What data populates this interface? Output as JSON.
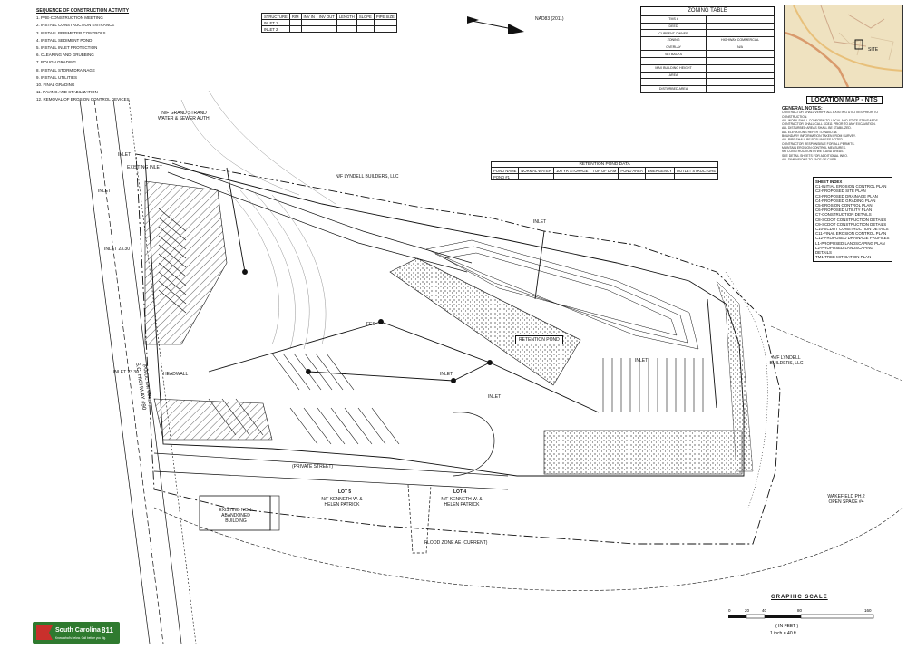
{
  "sequence": {
    "title": "SEQUENCE OF CONSTRUCTION ACTIVITY",
    "items": [
      "1. PRE-CONSTRUCTION MEETING",
      "2. INSTALL CONSTRUCTION ENTRANCE",
      "3. INSTALL PERIMETER CONTROLS",
      "4. INSTALL SEDIMENT POND",
      "5. INSTALL INLET PROTECTION",
      "6. CLEARING AND GRUBBING",
      "7. ROUGH GRADING",
      "8. INSTALL STORM DRAINAGE",
      "9. INSTALL UTILITIES",
      "10. FINAL GRADING",
      "11. PAVING AND STABILIZATION",
      "12. REMOVAL OF EROSION CONTROL DEVICES"
    ]
  },
  "top_table": {
    "rows": [
      [
        "STRUCTURE",
        "RIM",
        "INV IN",
        "INV OUT",
        "LENGTH",
        "SLOPE",
        "PIPE SIZE"
      ],
      [
        "INLET 1",
        "",
        "",
        "",
        "",
        "",
        ""
      ],
      [
        "INLET 2",
        "",
        "",
        "",
        "",
        "",
        ""
      ]
    ]
  },
  "north_label": "NAD83 (2011)",
  "zoning": {
    "title": "ZONING TABLE",
    "rows": [
      [
        "TMS #",
        ""
      ],
      [
        "DEED",
        ""
      ],
      [
        "CURRENT OWNER",
        ""
      ],
      [
        "ZONING",
        "HIGHWAY COMMERCIAL"
      ],
      [
        "OVERLAY",
        "N/A"
      ],
      [
        "SETBACKS",
        ""
      ],
      [
        "",
        ""
      ],
      [
        "MAX BUILDING HEIGHT",
        ""
      ],
      [
        "AREA",
        ""
      ],
      [
        "",
        ""
      ],
      [
        "DISTURBED AREA",
        ""
      ]
    ]
  },
  "location_map": {
    "title": "LOCATION MAP - NTS",
    "site_label": "SITE"
  },
  "general_notes": {
    "title": "GENERAL NOTES:",
    "lines": [
      "CONTRACTOR SHALL VERIFY ALL EXISTING UTILITIES PRIOR TO CONSTRUCTION.",
      "ALL WORK SHALL CONFORM TO LOCAL AND STATE STANDARDS.",
      "CONTRACTOR SHALL CALL SC811 PRIOR TO ANY EXCAVATION.",
      "ALL DISTURBED AREAS SHALL BE STABILIZED.",
      "ALL ELEVATIONS REFER TO NAVD 88.",
      "BOUNDARY INFORMATION TAKEN FROM SURVEY.",
      "ALL PIPE SHALL BE RCP UNLESS NOTED.",
      "CONTRACTOR RESPONSIBLE FOR ALL PERMITS.",
      "MAINTAIN EROSION CONTROL MEASURES.",
      "NO CONSTRUCTION IN WETLAND AREAS.",
      "SEE DETAIL SHEETS FOR ADDITIONAL INFO.",
      "ALL DIMENSIONS TO FACE OF CURB."
    ]
  },
  "sheet_index": {
    "title": "SHEET INDEX",
    "items": [
      "C1-INITIAL EROSION CONTROL PLAN",
      "C2-PROPOSED SITE PLAN",
      "C3-PROPOSED DRAINAGE PLAN",
      "C4-PROPOSED GRADING PLAN",
      "C5-EROSION CONTROL PLAN",
      "C6-PROPOSED UTILITY PLAN",
      "C7-CONSTRUCTION DETAILS",
      "C8-SCDOT CONSTRUCTION DETAILS",
      "C9-SCDOT CONSTRUCTION DETAILS",
      "C10-SCDOT CONSTRUCTION DETAILS",
      "C11-FINAL EROSION CONTROL PLAN",
      "C12-PROPOSED DRAINAGE PROFILES",
      "L1-PROPOSED LANDSCAPING PLAN",
      "L2-PROPOSED LANDSCAPING DETAILS",
      "TM1-TREE MITIGATION PLAN"
    ]
  },
  "pond_table": {
    "title": "RETENTION POND DATA",
    "rows": [
      [
        "POND NAME",
        "NORMAL WATER",
        "100 YR STORAGE",
        "TOP OF DAM",
        "POND AREA",
        "EMERGENCY",
        "OUTLET STRUCTURE"
      ],
      [
        "POND #1",
        "",
        "",
        "",
        "",
        "",
        ""
      ]
    ]
  },
  "plan_labels": {
    "highway": "S.C. HIGHWAY #90",
    "highway_sub": "(PUBLIC R/W VARIES)",
    "private_street": "(PRIVATE STREET)",
    "nf_top": "N/F GRAND STRAND WATER & SEWER AUTH.",
    "nf_lyndell_top": "N/F LYNDELL BUILDERS, LLC",
    "nf_lyndell_right": "N/F LYNDELL BUILDERS, LLC",
    "lot5": "LOT 5",
    "lot5_owner": "N/F KENNETH W. & HELEN PATRICK",
    "lot4": "LOT 4",
    "lot4_owner": "N/F KENNETH W. & HELEN PATRICK",
    "wakefield": "WAKEFIELD PH.2 OPEN SPACE #4",
    "existing_building": "EXISTING NON-ABANDONED BUILDING",
    "flood_zone": "FLOOD ZONE AE (CURRENT)",
    "pond_label": "RETENTION POND",
    "inlet_labels": [
      "INLET",
      "INLET",
      "INLET 23.30",
      "INLET 23.30",
      "INLET",
      "INLET",
      "INLET",
      "INLET"
    ],
    "headwall": "HEADWALL",
    "fes": "FES",
    "existing_inlet": "EXISTING INLET"
  },
  "scale": {
    "title": "GRAPHIC SCALE",
    "units": "( IN FEET )",
    "ratio": "1 inch = 40 ft.",
    "ticks": [
      "0",
      "20",
      "40",
      "80",
      "160"
    ]
  },
  "sc811": {
    "line1": "South Carolina",
    "line2": "811",
    "tagline": "Know what's below. Call before you dig."
  },
  "colors": {
    "ink": "#111111",
    "paper": "#ffffff",
    "map_bg": "#f1e6c8",
    "sc811_green": "#2f7a2f",
    "sc811_red": "#c9302c"
  }
}
